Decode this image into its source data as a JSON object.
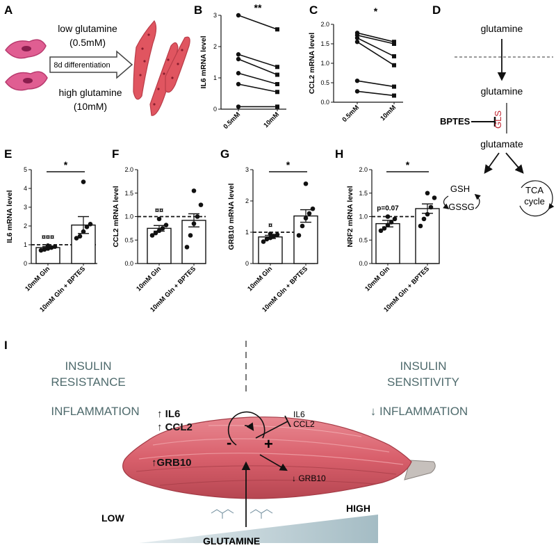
{
  "panels": {
    "A": {
      "letter": "A",
      "low": "low glutamine",
      "low_conc": "(0.5mM)",
      "high": "high glutamine",
      "high_conc": "(10mM)",
      "arrow": "8d differentiation"
    },
    "D": {
      "letter": "D",
      "top": "glutamine",
      "mid": "glutamine",
      "inhibitor": "BPTES",
      "enzyme": "GLS",
      "product": "glutamate",
      "gsh": "GSH",
      "gssg": "GSSG",
      "tca1": "TCA",
      "tca2": "cycle"
    },
    "I": {
      "letter": "I",
      "left1": "INSULIN",
      "left2": "RESISTANCE",
      "left3": "INFLAMMATION",
      "right1": "INSULIN",
      "right2": "SENSITIVITY",
      "right3": "↓ INFLAMMATION",
      "up1": "↑ IL6",
      "up2": "↑ CCL2",
      "up3": "↑GRB10",
      "inh1": "IL6",
      "inh2": "CCL2",
      "down": "↓ GRB10",
      "minus": "-",
      "plus": "+",
      "low": "LOW",
      "high": "HIGH",
      "glutamine": "GLUTAMINE"
    }
  },
  "chart_data": [
    {
      "panel": "B",
      "type": "line",
      "ylabel": "IL6 mRNA level",
      "categories": [
        "0.5mM",
        "10mM"
      ],
      "ylim": [
        0,
        3
      ],
      "yticks": [
        0,
        1,
        2,
        3
      ],
      "significance": "**",
      "pairs": [
        [
          3.0,
          2.55
        ],
        [
          1.75,
          1.35
        ],
        [
          1.6,
          1.1
        ],
        [
          1.15,
          0.8
        ],
        [
          0.8,
          0.55
        ],
        [
          0.08,
          0.08
        ]
      ]
    },
    {
      "panel": "C",
      "type": "line",
      "ylabel": "CCL2 mRNA level",
      "categories": [
        "0.5mM",
        "10mM"
      ],
      "ylim": [
        0,
        2.0
      ],
      "yticks": [
        "0.0",
        "0.5",
        "1.0",
        "1.5",
        "2.0"
      ],
      "significance": "*",
      "pairs": [
        [
          1.78,
          1.55
        ],
        [
          1.72,
          1.5
        ],
        [
          1.65,
          1.18
        ],
        [
          1.55,
          0.95
        ],
        [
          0.55,
          0.4
        ],
        [
          0.28,
          0.17
        ]
      ]
    },
    {
      "panel": "E",
      "type": "bar",
      "ylabel": "IL6 mRNA level",
      "categories": [
        "10mM Gln",
        "10mM Gln + BPTES"
      ],
      "ylim": [
        0,
        5
      ],
      "yticks": [
        0,
        1,
        2,
        3,
        4,
        5
      ],
      "means": [
        0.85,
        2.05
      ],
      "sem": [
        0.05,
        0.45
      ],
      "significance": "*",
      "marker": "¤¤¤",
      "reference": 1,
      "points": [
        [
          0.7,
          0.75,
          0.8,
          0.85,
          0.9,
          0.95
        ],
        [
          1.35,
          1.45,
          1.7,
          1.95,
          2.1,
          4.35
        ]
      ]
    },
    {
      "panel": "F",
      "type": "bar",
      "ylabel": "CCL2 mRNA level",
      "categories": [
        "10mM Gln",
        "10mM Gln + BPTES"
      ],
      "ylim": [
        0,
        2.0
      ],
      "yticks": [
        "0.0",
        "0.5",
        "1.0",
        "1.5",
        "2.0"
      ],
      "means": [
        0.75,
        0.92
      ],
      "sem": [
        0.06,
        0.14
      ],
      "significance": "",
      "marker": "¤¤",
      "reference": 1.0,
      "points": [
        [
          0.6,
          0.65,
          0.7,
          0.75,
          0.82,
          0.95
        ],
        [
          0.35,
          0.6,
          0.85,
          1.0,
          1.25,
          1.55
        ]
      ]
    },
    {
      "panel": "G",
      "type": "bar",
      "ylabel": "GRB10 mRNA level",
      "categories": [
        "10mM Gln",
        "10mM Gln + BPTES"
      ],
      "ylim": [
        0,
        3
      ],
      "yticks": [
        0,
        1,
        2,
        3
      ],
      "means": [
        0.85,
        1.52
      ],
      "sem": [
        0.05,
        0.2
      ],
      "significance": "*",
      "marker": "¤",
      "reference": 1,
      "points": [
        [
          0.7,
          0.78,
          0.82,
          0.88,
          0.92,
          0.95
        ],
        [
          0.9,
          1.2,
          1.45,
          1.6,
          1.75,
          2.55
        ]
      ]
    },
    {
      "panel": "H",
      "type": "bar",
      "ylabel": "NRF2 mRNA level",
      "categories": [
        "10mM Gln",
        "10mM Gln + BPTES"
      ],
      "ylim": [
        0,
        2.0
      ],
      "yticks": [
        "0.0",
        "0.5",
        "1.0",
        "1.5",
        "2.0"
      ],
      "means": [
        0.85,
        1.17
      ],
      "sem": [
        0.07,
        0.1
      ],
      "significance": "*",
      "marker": "p=0.07",
      "reference": 1.0,
      "points": [
        [
          0.7,
          0.75,
          0.82,
          0.88,
          0.95,
          1.0
        ],
        [
          0.8,
          0.95,
          1.05,
          1.2,
          1.4,
          1.5
        ]
      ]
    }
  ]
}
